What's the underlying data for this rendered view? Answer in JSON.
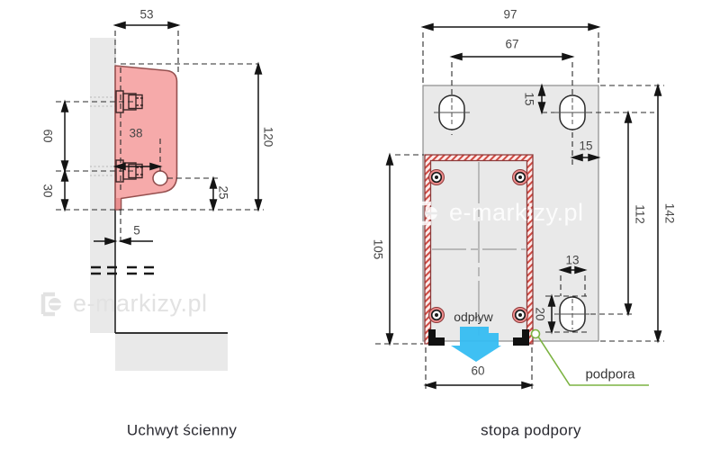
{
  "watermark": {
    "text": "e-markizy.pl"
  },
  "wall_bracket": {
    "caption": "Uchwyt ścienny",
    "dim_top_width": "53",
    "dim_total_height": "120",
    "dim_bolt_spacing": "60",
    "dim_bottom_offset": "30",
    "dim_hole_offset_x": "38",
    "dim_hole_offset_y": "25",
    "dim_plate_thickness": "5"
  },
  "support_foot": {
    "caption": "stopa podpory",
    "dim_plate_width": "97",
    "dim_slot_spacing": "67",
    "dim_slot_top_offset": "15",
    "dim_slot_side_offset": "15",
    "dim_slot_span": "112",
    "dim_plate_height": "142",
    "dim_profile_height": "105",
    "dim_profile_width": "60",
    "dim_slot_width": "13",
    "dim_slot_height": "20",
    "label_drain": "odpływ",
    "label_support": "podpora"
  },
  "colors": {
    "bracket_pink": "#f6aaaa",
    "bracket_strip": "#ea8f8f",
    "profile_red": "#cf4a42",
    "arrow_cyan": "#35bdf2",
    "leader_green": "#7cb342",
    "surface_gray": "#e9e9e9"
  }
}
